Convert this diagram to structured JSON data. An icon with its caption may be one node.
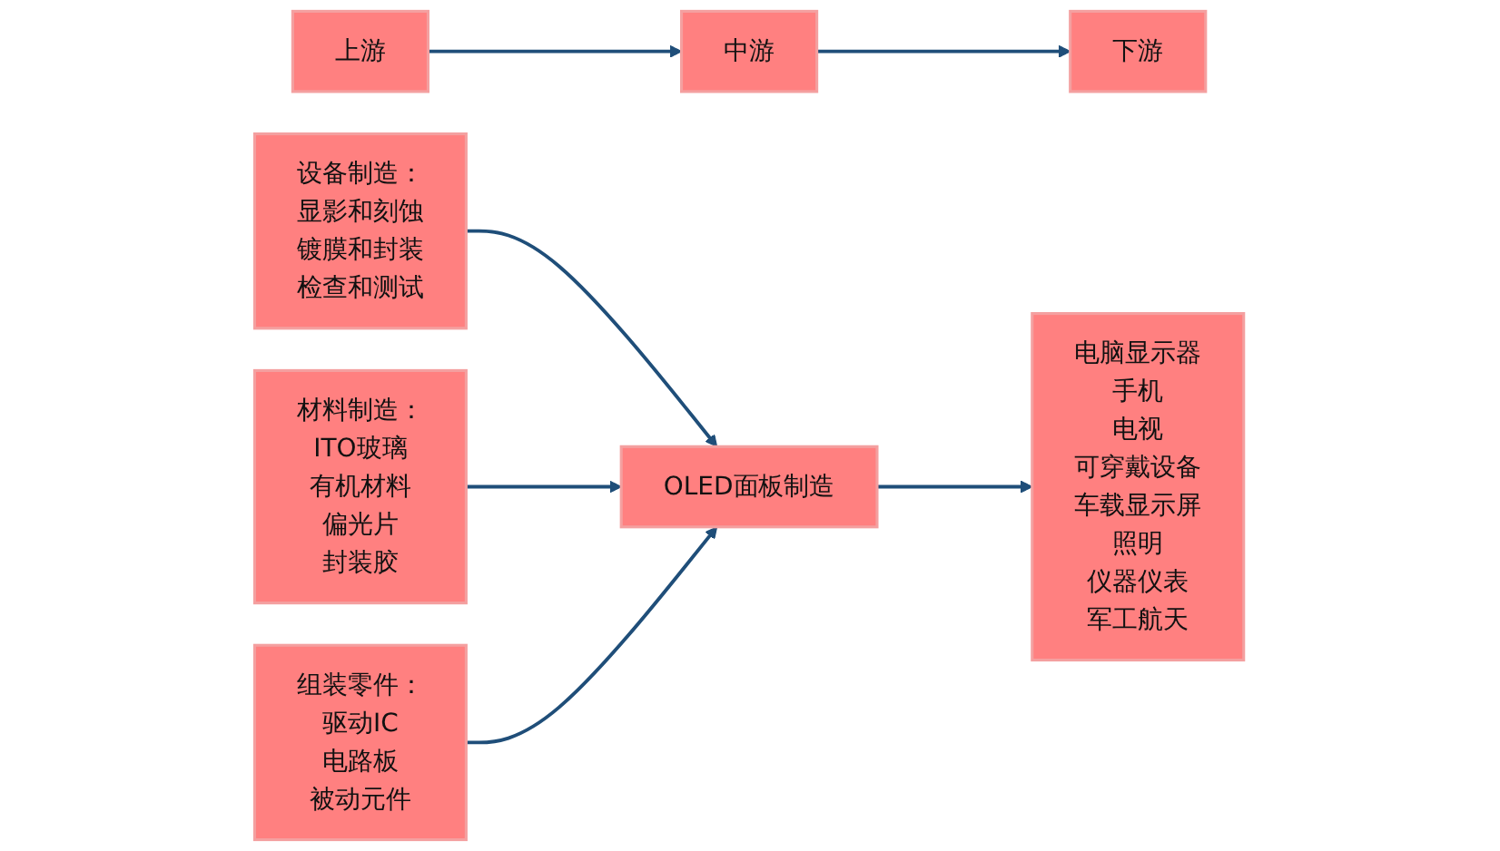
{
  "diagram": {
    "nodes": [
      {
        "text": [
          "上游"
        ]
      },
      {
        "text": [
          "中游"
        ]
      },
      {
        "text": [
          "下游"
        ]
      },
      {
        "text": [
          "设备制造：",
          "显影和刻蚀",
          "镀膜和封装",
          "检查和测试"
        ]
      },
      {
        "text": [
          "材料制造：",
          "ITO玻璃",
          "有机材料",
          "偏光片",
          "封装胶"
        ]
      },
      {
        "text": [
          "组装零件：",
          "驱动IC",
          "电路板",
          "被动元件"
        ]
      },
      {
        "text": [
          "OLED面板制造"
        ]
      },
      {
        "text": [
          "电脑显示器",
          "手机",
          "电视",
          "可穿戴设备",
          "车载显示屏",
          "照明",
          "仪器仪表",
          "军工航天"
        ]
      }
    ],
    "edges": [
      {
        "from": 0,
        "to": 1,
        "arrow": "to"
      },
      {
        "from": 1,
        "to": 2,
        "arrow": "to"
      },
      {
        "from": 3,
        "to": 6,
        "arrow": "to"
      },
      {
        "from": 4,
        "to": 6,
        "arrow": "to"
      },
      {
        "from": 5,
        "to": 6,
        "arrow": "to"
      },
      {
        "from": 6,
        "to": 7,
        "arrow": "to"
      }
    ]
  }
}
